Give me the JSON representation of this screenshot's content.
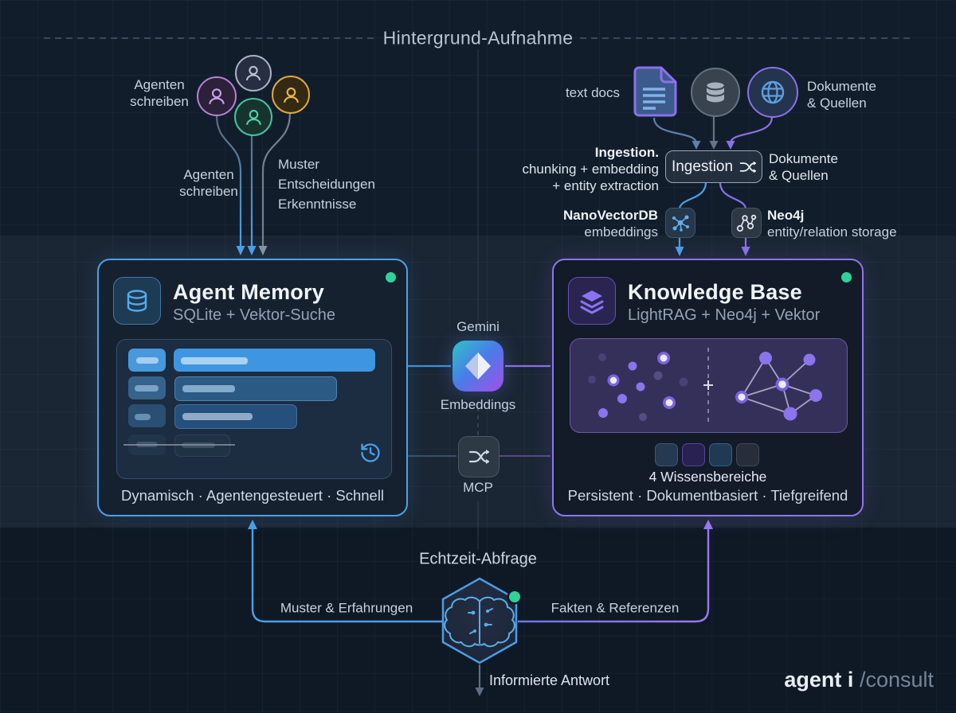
{
  "header": {
    "title": "Hintergrund-Aufnahme"
  },
  "agents": {
    "label_top": "Agenten\nschreiben",
    "label_bottom": "Agenten\nschreiben",
    "outputs": [
      "Muster",
      "Entscheidungen",
      "Erkenntnisse"
    ]
  },
  "sources": {
    "text_docs_label": "text docs",
    "sources_label": "Dokumente\n& Quellen"
  },
  "ingestion": {
    "title": "Ingestion.",
    "desc": "chunking + embedding\n+ entity extraction",
    "button_label": "Ingestion",
    "right_label": "Dokumente\n& Quellen",
    "nano_name": "NanoVectorDB",
    "nano_desc": "embeddings",
    "neo4j_name": "Neo4j",
    "neo4j_desc": "entity/relation storage"
  },
  "agent_memory": {
    "title": "Agent Memory",
    "subtitle": "SQLite + Vektor-Suche",
    "footer": "Dynamisch · Agentengesteuert · Schnell"
  },
  "knowledge_base": {
    "title": "Knowledge Base",
    "subtitle": "LightRAG + Neo4j + Vektor",
    "areas_label": "4 Wissensbereiche",
    "footer": "Persistent · Dokumentbasiert · Tiefgreifend"
  },
  "middle": {
    "gemini_label": "Gemini",
    "embeddings_label": "Embeddings",
    "mcp_label": "MCP"
  },
  "bottom": {
    "query_label": "Echtzeit-Abfrage",
    "left_label": "Muster & Erfahrungen",
    "right_label": "Fakten & Referenzen",
    "answer_label": "Informierte Antwort"
  },
  "logo": {
    "bold": "agent i",
    "light": "/consult"
  },
  "colors": {
    "accent_blue": "#4aa0e6",
    "accent_purple": "#8f75ec",
    "status_green": "#2fd39a",
    "band_top": "#121d2b",
    "band_mid": "#1b2634",
    "band_bottom": "#0f1925"
  }
}
